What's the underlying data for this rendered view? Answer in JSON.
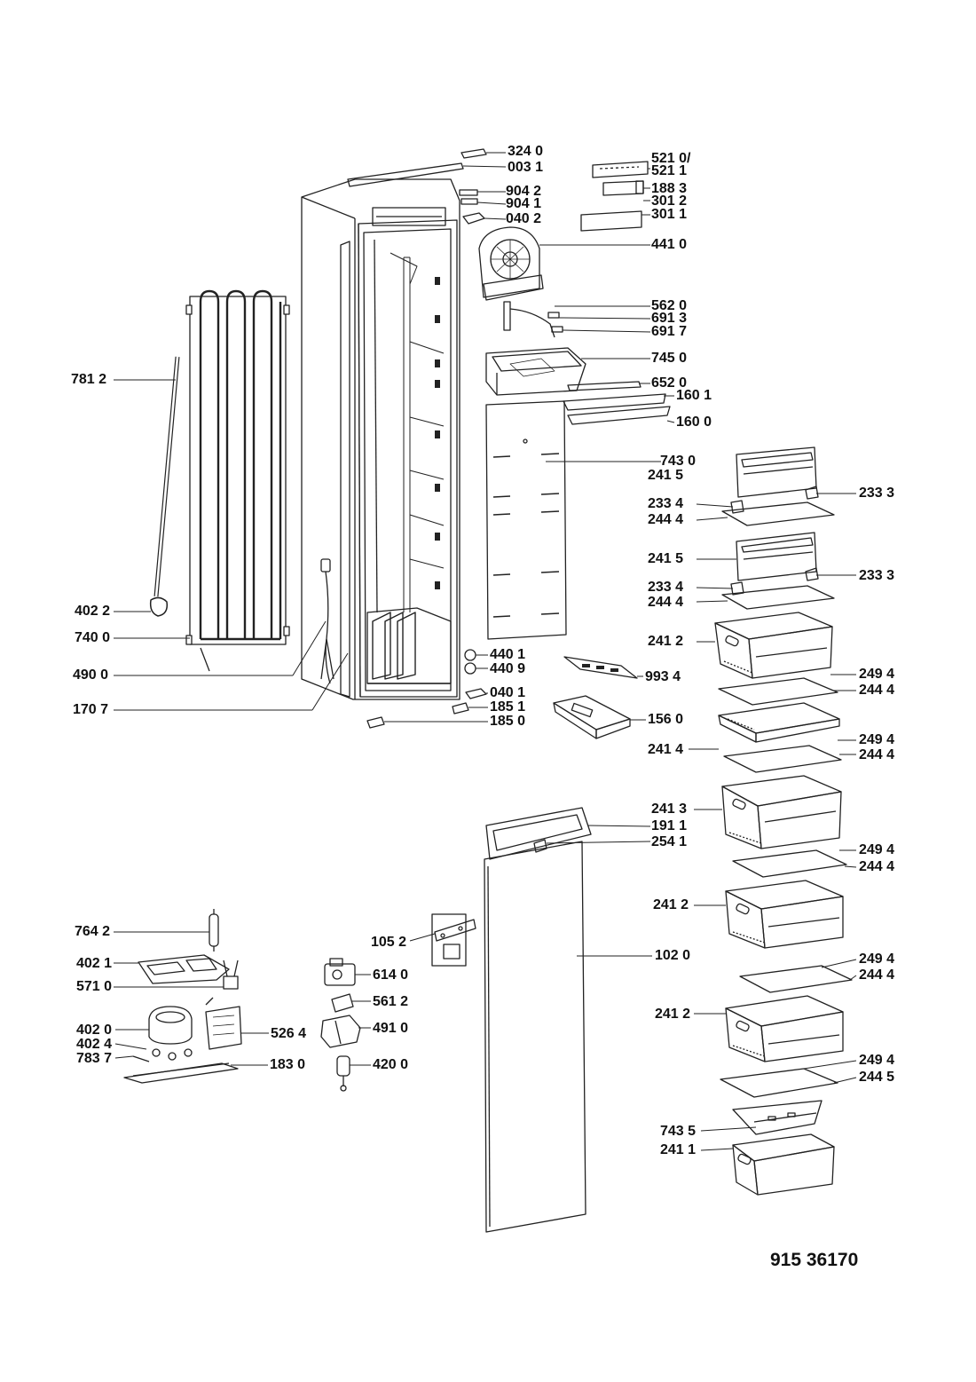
{
  "model_number": "915 36170",
  "parts": [
    {
      "id": "p3240",
      "code": "324 0"
    },
    {
      "id": "p0031",
      "code": "003 1"
    },
    {
      "id": "p5210",
      "code": "521 0/"
    },
    {
      "id": "p5211",
      "code": "521 1"
    },
    {
      "id": "p1883",
      "code": "188 3"
    },
    {
      "id": "p3012",
      "code": "301 2"
    },
    {
      "id": "p3011",
      "code": "301 1"
    },
    {
      "id": "p9042",
      "code": "904 2"
    },
    {
      "id": "p9041",
      "code": "904 1"
    },
    {
      "id": "p0402",
      "code": "040 2"
    },
    {
      "id": "p4410",
      "code": "441 0"
    },
    {
      "id": "p5620",
      "code": "562 0"
    },
    {
      "id": "p6913",
      "code": "691 3"
    },
    {
      "id": "p6917",
      "code": "691 7"
    },
    {
      "id": "p7450",
      "code": "745 0"
    },
    {
      "id": "p6520",
      "code": "652 0"
    },
    {
      "id": "p1601",
      "code": "160 1"
    },
    {
      "id": "p1600",
      "code": "160 0"
    },
    {
      "id": "p7812",
      "code": "781 2"
    },
    {
      "id": "p7430",
      "code": "743 0"
    },
    {
      "id": "p2415a",
      "code": "241 5"
    },
    {
      "id": "p2333a",
      "code": "233 3"
    },
    {
      "id": "p2334a",
      "code": "233 4"
    },
    {
      "id": "p2444a",
      "code": "244 4"
    },
    {
      "id": "p2415b",
      "code": "241 5"
    },
    {
      "id": "p2333b",
      "code": "233 3"
    },
    {
      "id": "p2334b",
      "code": "233 4"
    },
    {
      "id": "p2444b",
      "code": "244 4"
    },
    {
      "id": "p4022",
      "code": "402 2"
    },
    {
      "id": "p7400",
      "code": "740 0"
    },
    {
      "id": "p2412a",
      "code": "241 2"
    },
    {
      "id": "p4401",
      "code": "440 1"
    },
    {
      "id": "p4409",
      "code": "440 9"
    },
    {
      "id": "p4900",
      "code": "490 0"
    },
    {
      "id": "p9934",
      "code": "993 4"
    },
    {
      "id": "p2494a",
      "code": "249 4"
    },
    {
      "id": "p2444c",
      "code": "244 4"
    },
    {
      "id": "p0401",
      "code": "040 1"
    },
    {
      "id": "p1851",
      "code": "185 1"
    },
    {
      "id": "p1707",
      "code": "170 7"
    },
    {
      "id": "p1560",
      "code": "156 0"
    },
    {
      "id": "p1850",
      "code": "185 0"
    },
    {
      "id": "p2494b",
      "code": "249 4"
    },
    {
      "id": "p2414",
      "code": "241 4"
    },
    {
      "id": "p2444d",
      "code": "244 4"
    },
    {
      "id": "p2413",
      "code": "241 3"
    },
    {
      "id": "p1911",
      "code": "191 1"
    },
    {
      "id": "p2541",
      "code": "254 1"
    },
    {
      "id": "p2494c",
      "code": "249 4"
    },
    {
      "id": "p2444e",
      "code": "244 4"
    },
    {
      "id": "p2412b",
      "code": "241 2"
    },
    {
      "id": "p7642",
      "code": "764 2"
    },
    {
      "id": "p1052",
      "code": "105 2"
    },
    {
      "id": "p1020",
      "code": "102 0"
    },
    {
      "id": "p4021",
      "code": "402 1"
    },
    {
      "id": "p6140",
      "code": "614 0"
    },
    {
      "id": "p2494d",
      "code": "249 4"
    },
    {
      "id": "p5710",
      "code": "571 0"
    },
    {
      "id": "p2444f",
      "code": "244 4"
    },
    {
      "id": "p5612",
      "code": "561 2"
    },
    {
      "id": "p2412c",
      "code": "241 2"
    },
    {
      "id": "p4020",
      "code": "402 0"
    },
    {
      "id": "p4910",
      "code": "491 0"
    },
    {
      "id": "p5264",
      "code": "526 4"
    },
    {
      "id": "p4024",
      "code": "402 4"
    },
    {
      "id": "p7837",
      "code": "783 7"
    },
    {
      "id": "p1830",
      "code": "183 0"
    },
    {
      "id": "p4200",
      "code": "420 0"
    },
    {
      "id": "p2494e",
      "code": "249 4"
    },
    {
      "id": "p2445",
      "code": "244 5"
    },
    {
      "id": "p7435",
      "code": "743 5"
    },
    {
      "id": "p2411",
      "code": "241 1"
    }
  ]
}
